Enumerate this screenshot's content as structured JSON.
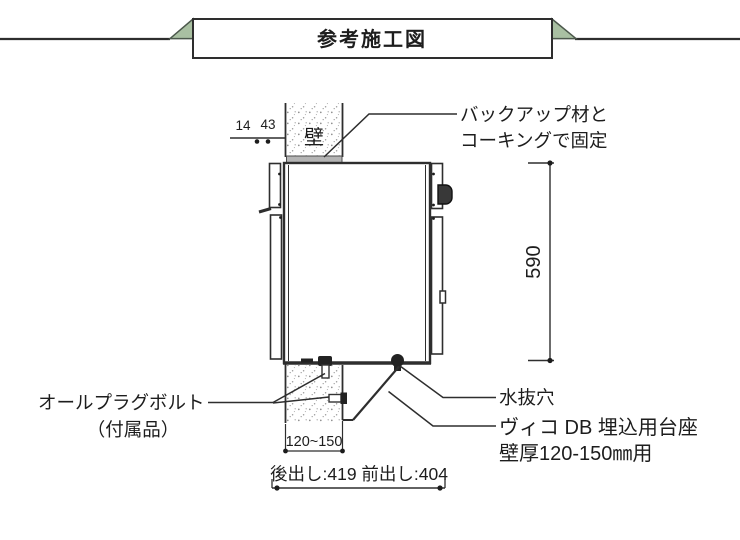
{
  "banner": {
    "title": "参考施工図",
    "accent_color": "#a9c0a2"
  },
  "diagram": {
    "wall_label": "壁",
    "backup_note": {
      "line1": "バックアップ材と",
      "line2": "コーキングで固定"
    },
    "plug_bolt_note": {
      "line1": "オールプラグボルト",
      "line2": "（付属品）"
    },
    "drain_hole_label": "水抜穴",
    "pedestal_note": {
      "line1": "ヴィコ DB 埋込用台座",
      "line2": "壁厚120-150㎜用"
    },
    "dims": {
      "offset_a": "14",
      "offset_b": "43",
      "height": "590",
      "wall_thickness": "120~150",
      "projection": "後出し:419 前出し:404"
    }
  }
}
